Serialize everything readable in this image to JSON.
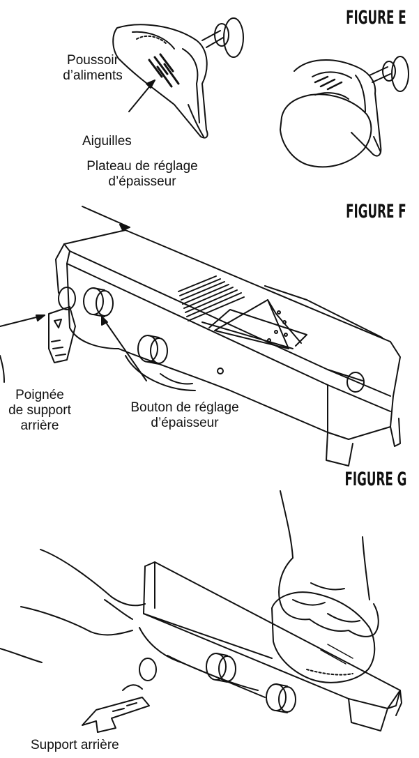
{
  "figures": {
    "e": {
      "title": "FIGURE E"
    },
    "f": {
      "title": "FIGURE F"
    },
    "g": {
      "title": "FIGURE G"
    }
  },
  "labels": {
    "food_pusher": [
      "Poussoir",
      "d’aliments"
    ],
    "needles": "Aiguilles",
    "thickness_plate": [
      "Plateau de réglage",
      "d’épaisseur"
    ],
    "rear_support_handle": [
      "Poignée",
      "de support",
      "arrière"
    ],
    "thickness_knob": [
      "Bouton de réglage",
      "d’épaisseur"
    ],
    "rear_support": "Support arrière"
  }
}
